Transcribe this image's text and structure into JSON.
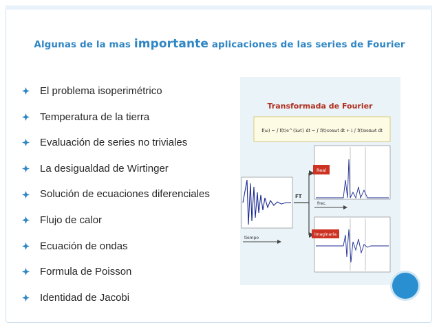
{
  "slide": {
    "title_prefix": "Algunas de la mas ",
    "title_emphasis": "importante",
    "title_suffix": " aplicaciones de las series de Fourier",
    "bullets": [
      "El problema isoperimétrico",
      "Temperatura de la tierra",
      "Evaluación de series no triviales",
      "La desigualdad de Wirtinger",
      "Solución de ecuaciones diferenciales",
      "Flujo de calor",
      "Ecuación de ondas",
      "Formula de Poisson",
      "Identidad de Jacobi"
    ],
    "bullet_icon": "diamond-bullet-icon"
  },
  "figure": {
    "heading": "Transformada de Fourier",
    "formula": "f(ω) = ∫ f(t)e^{iωt} dt = ∫ f(t)cosωt dt + i ∫ f(t)senωt dt",
    "ft_label": "FT",
    "real_label": "Real",
    "imag_label": "Imaginaria",
    "freq_label": "frec.",
    "time_label": "tiempo"
  },
  "colors": {
    "title": "#2f86c4",
    "accent_circle": "#2a8fd0",
    "figure_heading": "#b03020",
    "figure_bg": "#eaf3f8",
    "signal": "#1a2a90"
  }
}
